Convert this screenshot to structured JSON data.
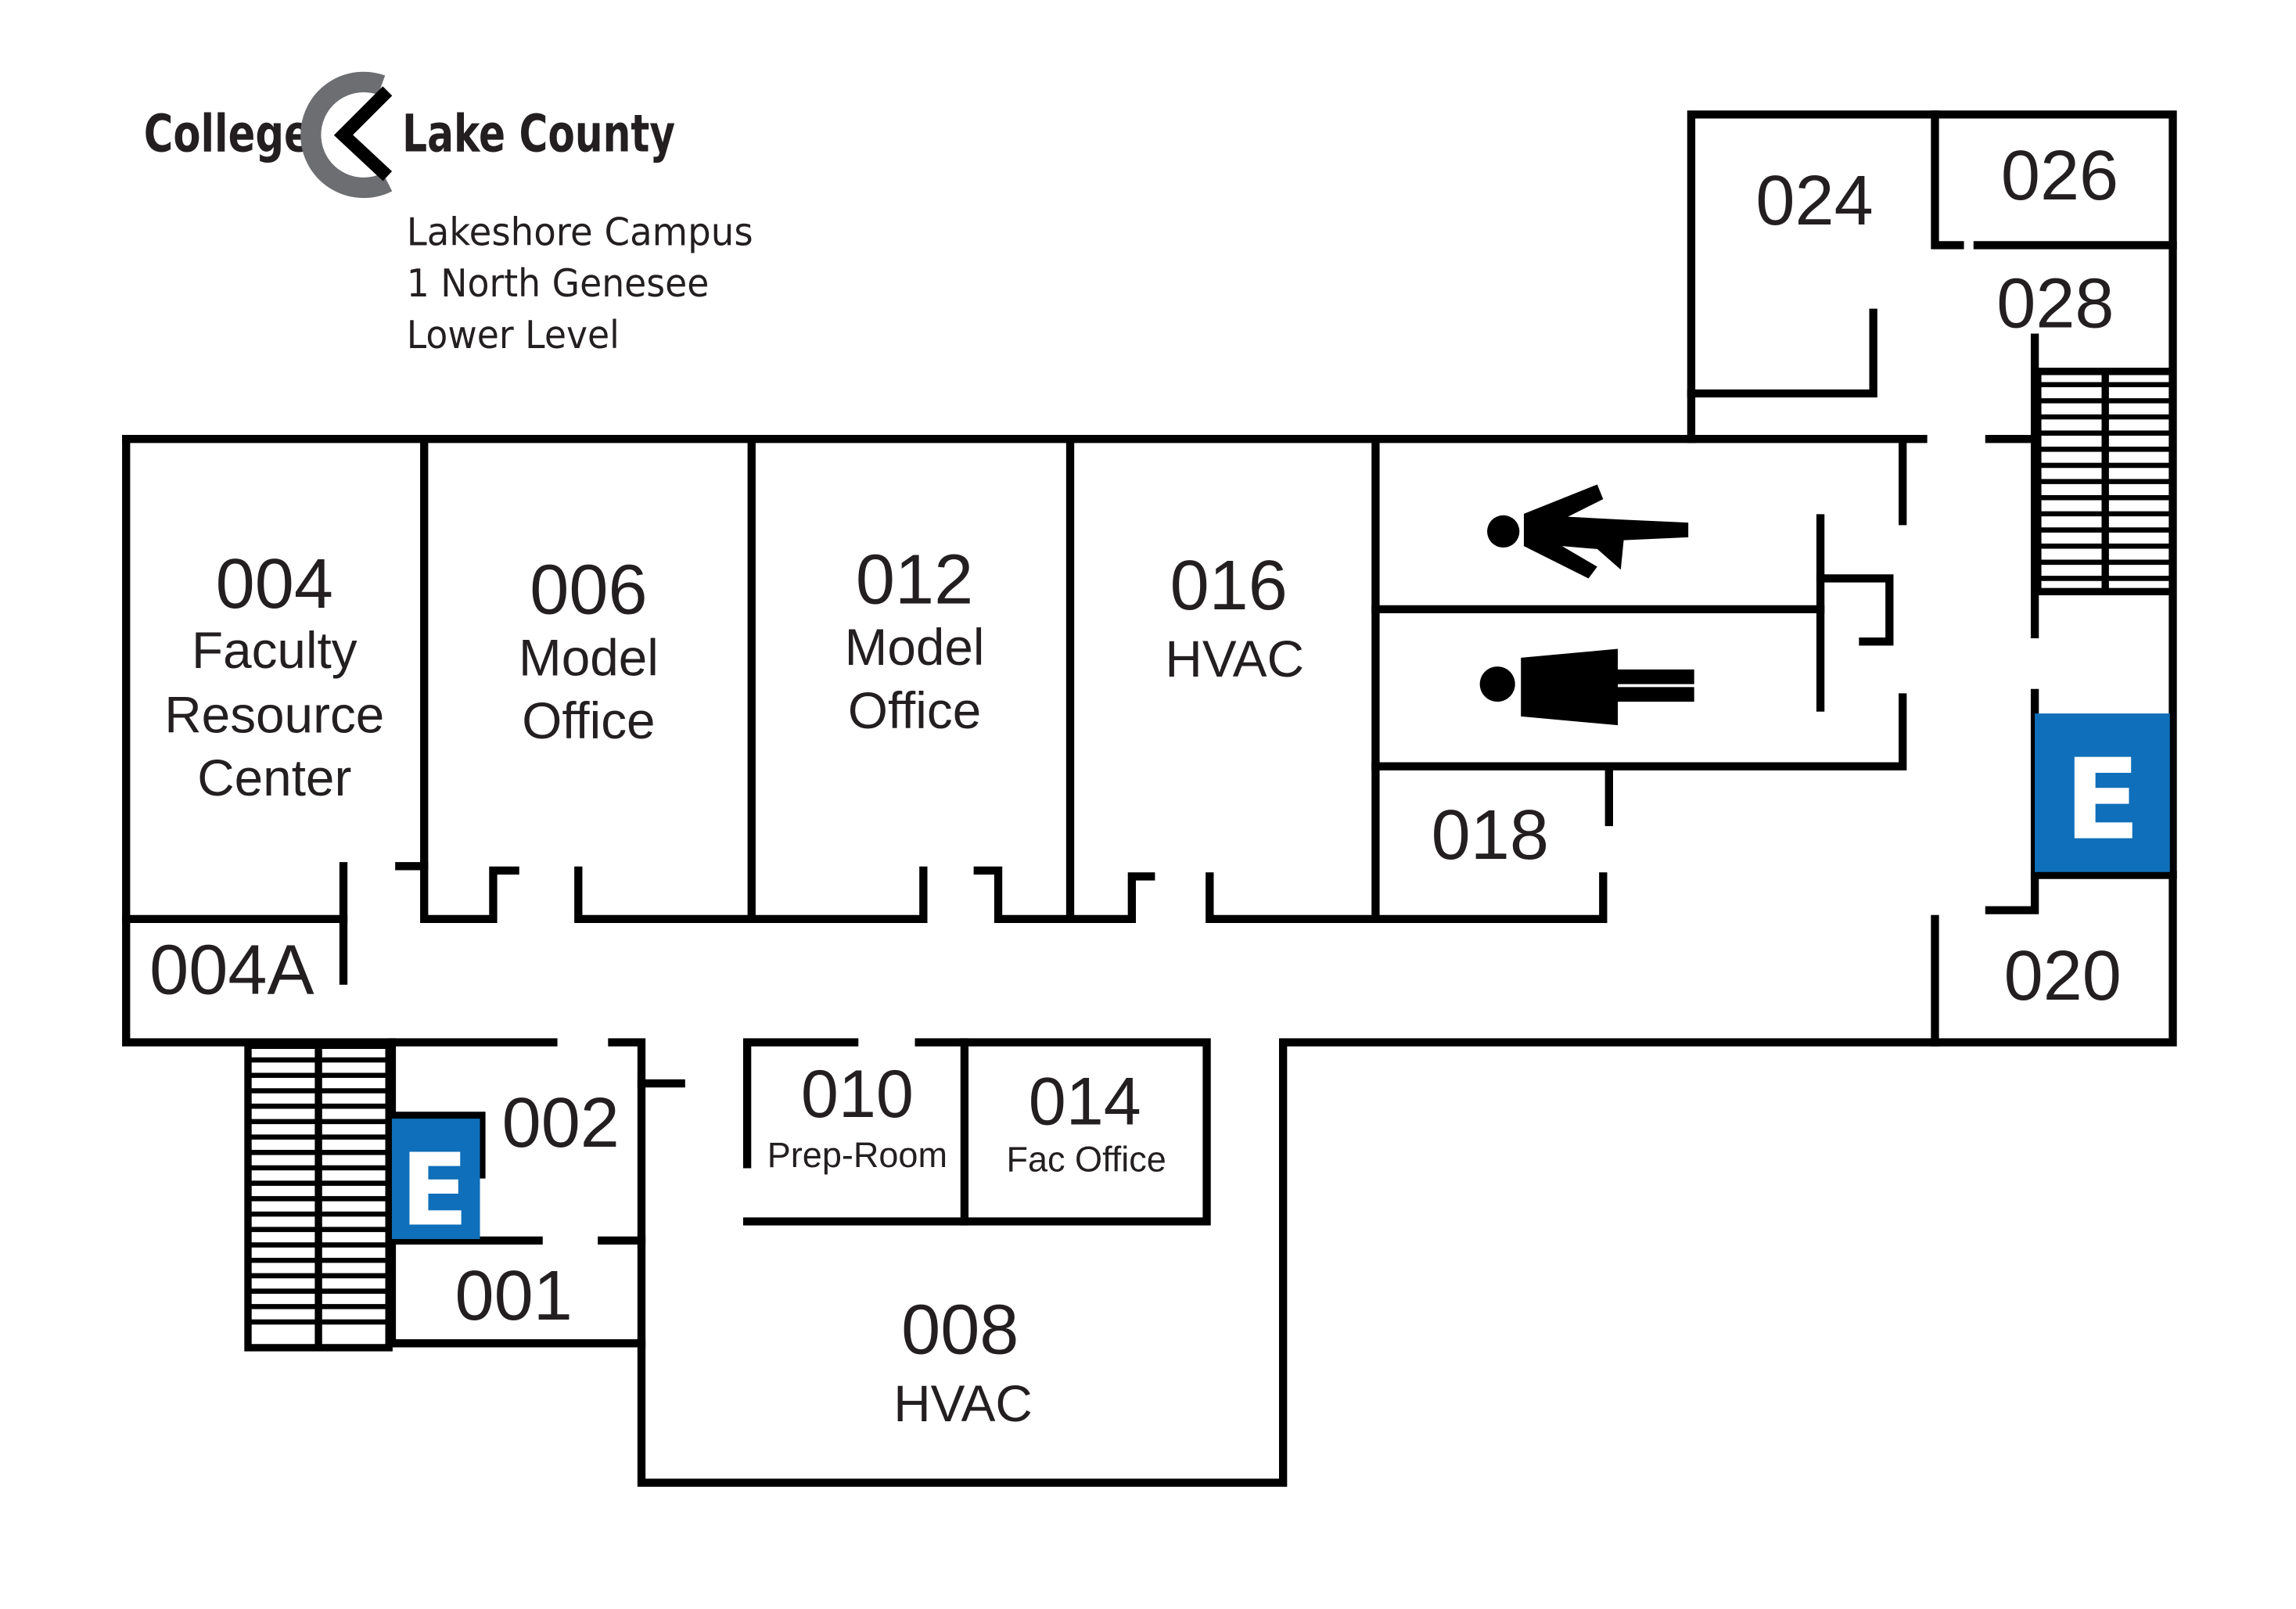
{
  "logo": {
    "left_word": "College",
    "right_word": "Lake County",
    "mark_color": "#6d6e71"
  },
  "campus": {
    "line1": "Lakeshore Campus",
    "line2": "1 North Genesee",
    "line3": "Lower Level"
  },
  "colors": {
    "wall": "#000000",
    "elevator": "#0f6fba",
    "text": "#231f20"
  },
  "rooms": {
    "r004": {
      "number": "004",
      "name1": "Faculty",
      "name2": "Resource",
      "name3": "Center"
    },
    "r006": {
      "number": "006",
      "name1": "Model",
      "name2": "Office"
    },
    "r012": {
      "number": "012",
      "name1": "Model",
      "name2": "Office"
    },
    "r016": {
      "number": "016",
      "name1": "HVAC"
    },
    "r018": {
      "number": "018"
    },
    "r020": {
      "number": "020"
    },
    "r024": {
      "number": "024"
    },
    "r026": {
      "number": "026"
    },
    "r028": {
      "number": "028"
    },
    "r004a": {
      "number": "004A"
    },
    "r002": {
      "number": "002"
    },
    "r001": {
      "number": "001"
    },
    "r010": {
      "number": "010",
      "name1": "Prep-Room"
    },
    "r014": {
      "number": "014",
      "name1": "Fac Office"
    },
    "r008": {
      "number": "008",
      "name1": "HVAC"
    }
  },
  "icons": {
    "restroom_women": "womens-restroom-icon",
    "restroom_men": "mens-restroom-icon",
    "elevator": "elevator-icon",
    "stairs": "stairs-icon"
  },
  "elevators": {
    "east_label": "E",
    "west_label": "E"
  }
}
